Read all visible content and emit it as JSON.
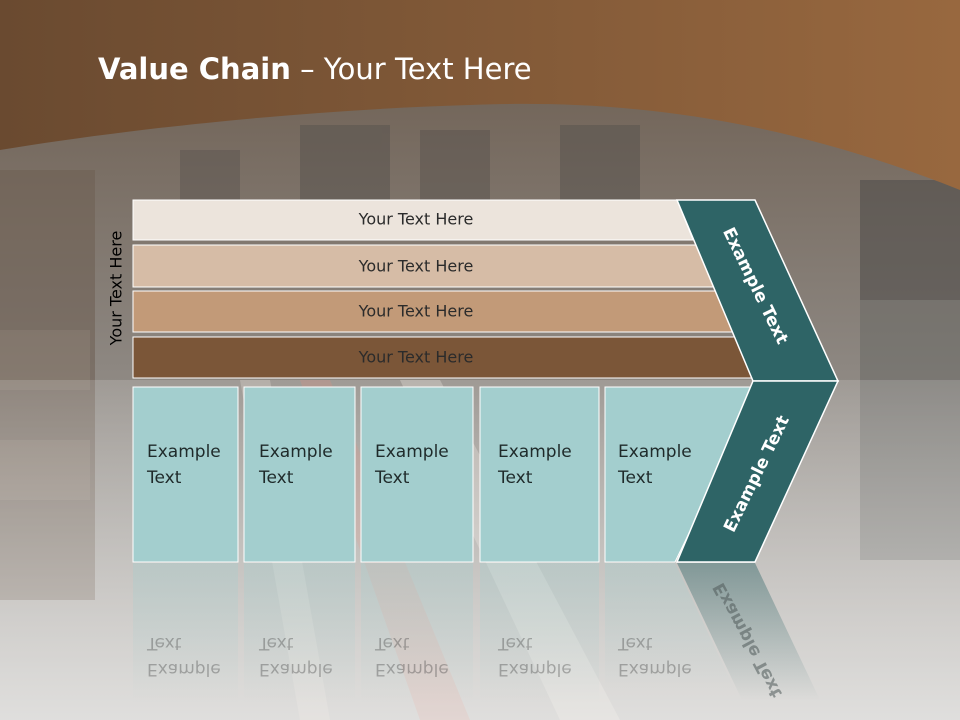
{
  "slide": {
    "title_bold": "Value Chain",
    "title_rest": " – Your Text Here",
    "side_label": "Your Text Here",
    "bars": [
      {
        "label": "Your Text Here",
        "color": "#ece4dc"
      },
      {
        "label": "Your Text Here",
        "color": "#d6bca6"
      },
      {
        "label": "Your Text Here",
        "color": "#c29a78"
      },
      {
        "label": "Your Text Here",
        "color": "#7b5638"
      }
    ],
    "boxes": [
      {
        "line1": "Example",
        "line2": "Text"
      },
      {
        "line1": "Example",
        "line2": "Text"
      },
      {
        "line1": "Example",
        "line2": "Text"
      },
      {
        "line1": "Example",
        "line2": "Text"
      },
      {
        "line1": "Example",
        "line2": "Text"
      }
    ],
    "chevron_top": "Example Text",
    "chevron_bottom": "Example Text",
    "colors": {
      "header_brown": "#7d5a3c",
      "box_fill": "#a3cece",
      "chevron_fill": "#2e6466"
    }
  }
}
